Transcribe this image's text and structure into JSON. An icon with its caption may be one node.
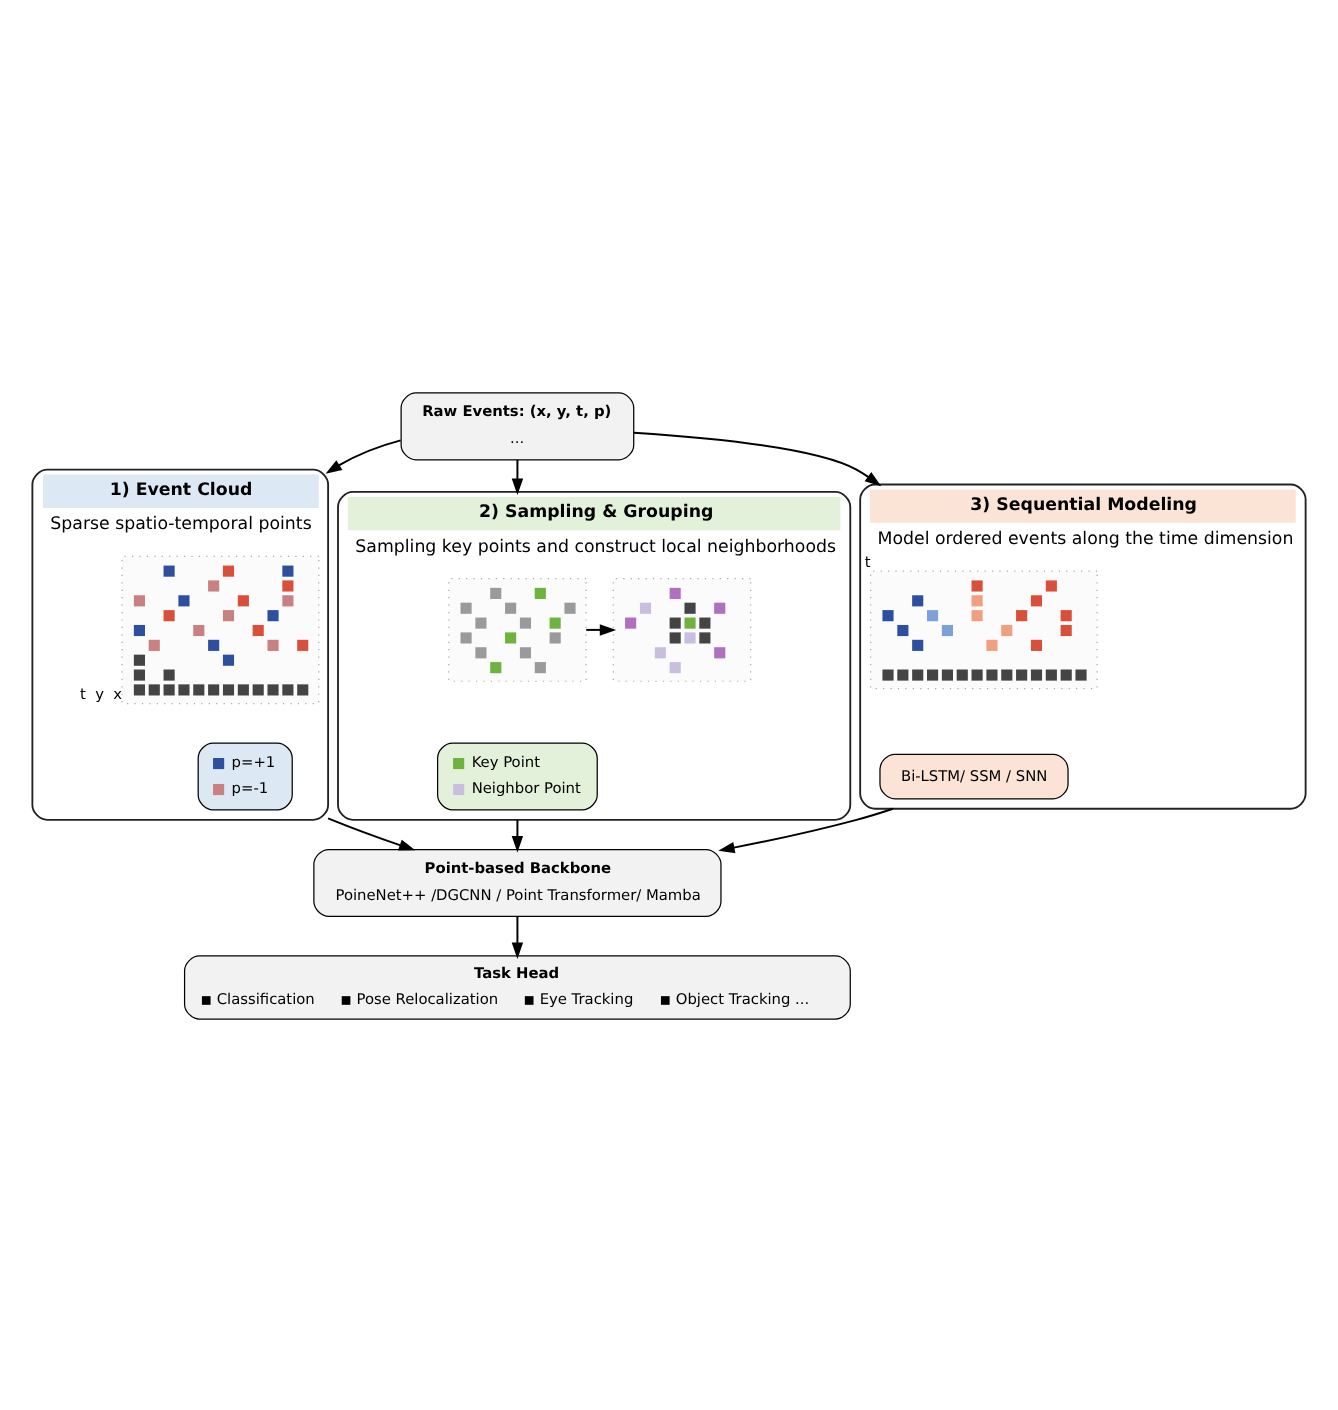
{
  "diagram": {
    "nodes": [
      {
        "text": [
          "Raw Events: (x, y, t, p)",
          "..."
        ]
      },
      {
        "text": [
          "1) Event Cloud",
          "Sparse spatio-temporal points"
        ]
      },
      {
        "text": [],
        "shape": "picture",
        "in": 1,
        "beside": [
          "t",
          "y",
          "x"
        ]
      },
      {
        "text": [
          "2) Sampling & Grouping",
          "Sampling key points and construct local neighborhoods"
        ]
      },
      {
        "text": [],
        "shape": "picture",
        "in": 3
      },
      {
        "text": [],
        "shape": "picture",
        "in": 3
      },
      {
        "text": [
          "3) Sequential Modeling",
          "Model ordered events along the time dimension"
        ]
      },
      {
        "text": [],
        "shape": "picture",
        "in": 6,
        "beside": [
          "t"
        ]
      },
      {
        "text": [
          "Bi-LSTM/ SSM / SNN"
        ],
        "in": 6
      },
      {
        "text": [
          "Point-based Backbone",
          "PoineNet++ /DGCNN / Point Transformer/ Mamba"
        ]
      },
      {
        "text": [
          "Task Head",
          "Classification",
          "Pose Relocalization",
          "Eye Tracking",
          "Object Tracking ..."
        ]
      }
    ],
    "edges": [
      {
        "from": 0,
        "to": 1,
        "arrow": "to"
      },
      {
        "from": 0,
        "to": 3,
        "arrow": "to"
      },
      {
        "from": 0,
        "to": 6,
        "arrow": "to"
      },
      {
        "from": 4,
        "to": 5,
        "arrow": "to"
      },
      {
        "from": 1,
        "to": 9,
        "arrow": "to"
      },
      {
        "from": 3,
        "to": 9,
        "arrow": "to"
      },
      {
        "from": 6,
        "to": 9,
        "arrow": "to"
      },
      {
        "from": 9,
        "to": 10,
        "arrow": "to"
      }
    ],
    "legend": [
      {
        "text": "p=+1",
        "color": "#2e4f9e"
      },
      {
        "text": "p=-1",
        "color": "#c98080"
      },
      {
        "text": "Key Point",
        "color": "#6fb33f"
      },
      {
        "text": "Neighbor Point",
        "color": "#c8bfe0"
      }
    ]
  }
}
